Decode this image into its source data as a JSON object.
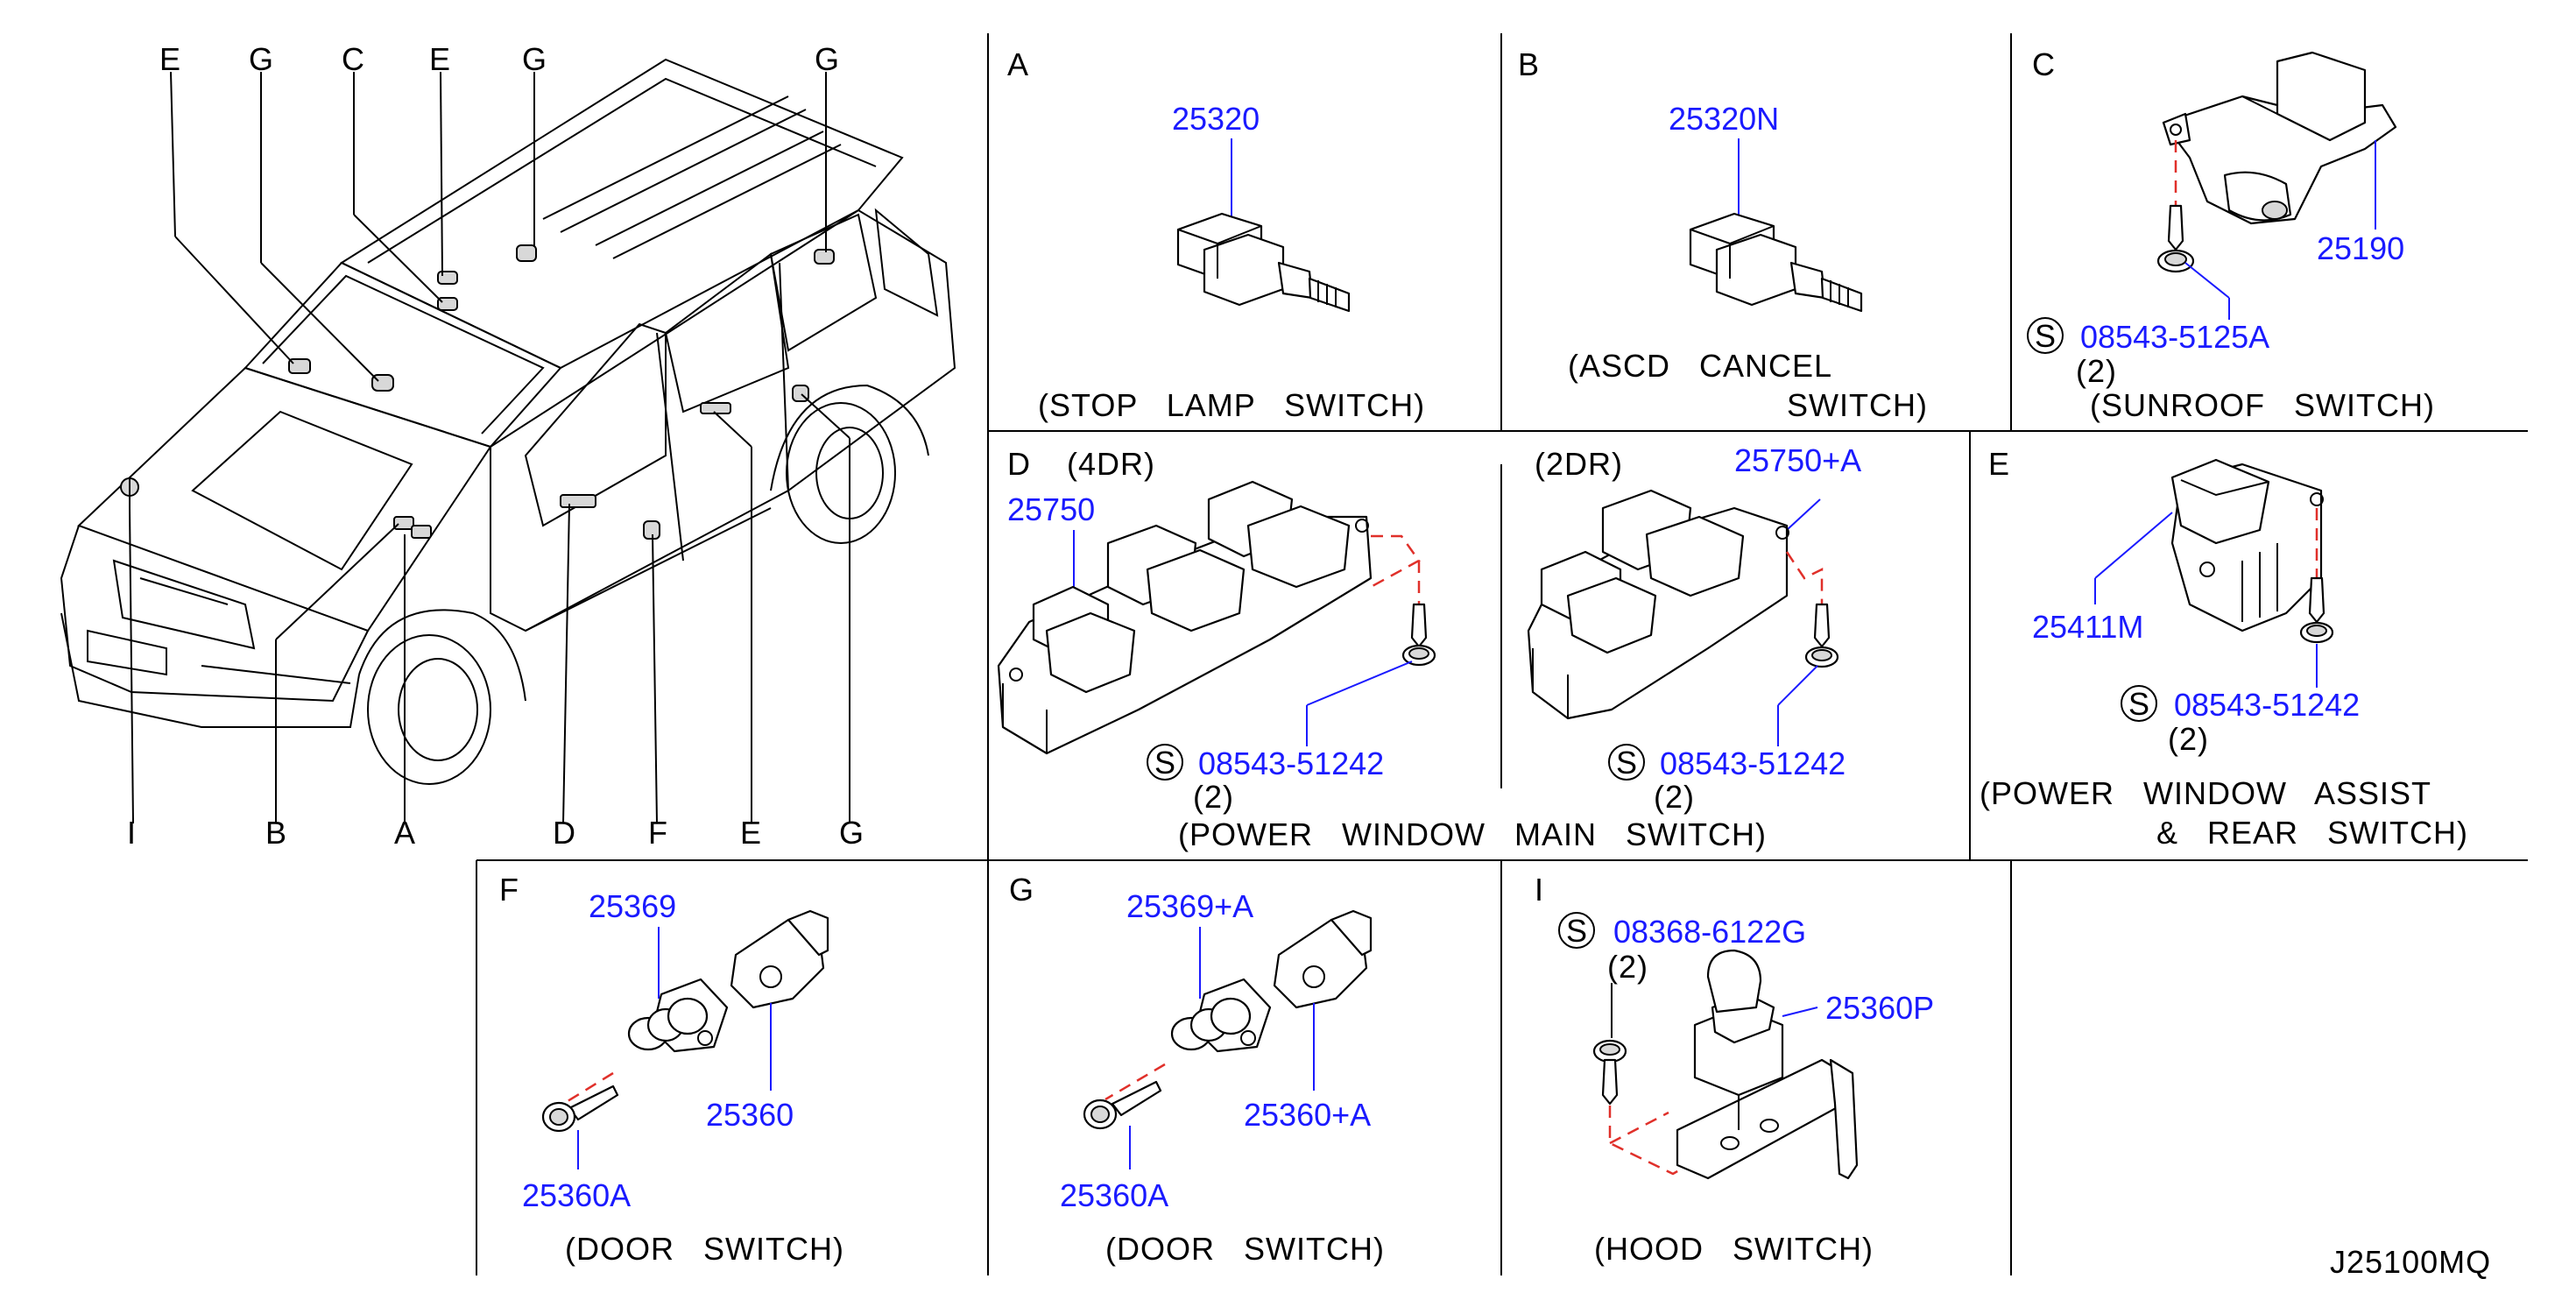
{
  "diagram_code": "J25100MQ",
  "screw_symbol": "S",
  "car_callouts": {
    "top": [
      "E",
      "G",
      "C",
      "E",
      "G",
      "G"
    ],
    "bottom": [
      "I",
      "B",
      "A",
      "D",
      "F",
      "E",
      "G"
    ]
  },
  "panels": {
    "A": {
      "letter": "A",
      "part": "25320",
      "title": "(STOP   LAMP   SWITCH)"
    },
    "B": {
      "letter": "B",
      "part": "25320N",
      "title_line1": "(ASCD   CANCEL",
      "title_line2": "SWITCH)"
    },
    "C": {
      "letter": "C",
      "part": "25190",
      "screw": "08543-5125A",
      "qty": "(2)",
      "title": "(SUNROOF   SWITCH)"
    },
    "D": {
      "letter": "D",
      "variant_4dr": "(4DR)",
      "variant_2dr": "(2DR)",
      "part_4dr": "25750",
      "part_2dr": "25750+A",
      "screw_4dr": "08543-51242",
      "qty_4dr": "(2)",
      "screw_2dr": "08543-51242",
      "qty_2dr": "(2)",
      "title": "(POWER   WINDOW   MAIN   SWITCH)"
    },
    "E": {
      "letter": "E",
      "part": "25411M",
      "screw": "08543-51242",
      "qty": "(2)",
      "title_line1": "(POWER   WINDOW   ASSIST",
      "title_line2": "&   REAR   SWITCH)"
    },
    "F": {
      "letter": "F",
      "part_a": "25369",
      "part_b": "25360",
      "part_c": "25360A",
      "title": "(DOOR   SWITCH)"
    },
    "G": {
      "letter": "G",
      "part_a": "25369+A",
      "part_b": "25360+A",
      "part_c": "25360A",
      "title": "(DOOR   SWITCH)"
    },
    "I": {
      "letter": "I",
      "screw": "08368-6122G",
      "qty": "(2)",
      "part": "25360P",
      "title": "(HOOD   SWITCH)"
    }
  }
}
